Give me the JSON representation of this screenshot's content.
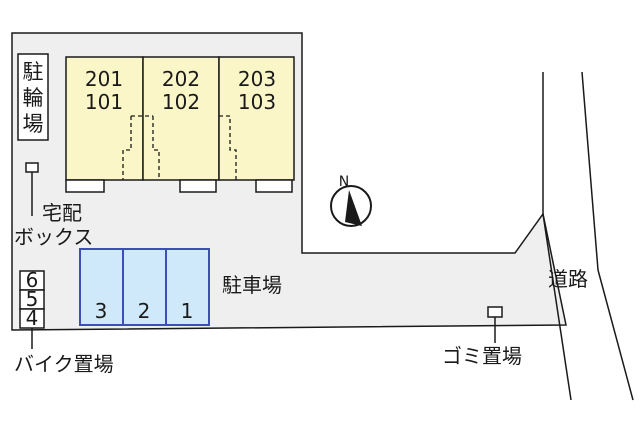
{
  "units": {
    "upper": [
      "201",
      "202",
      "203"
    ],
    "lower": [
      "101",
      "102",
      "103"
    ]
  },
  "bike_parking_top": [
    "駐",
    "輪",
    "場"
  ],
  "delivery_box": [
    "宅配",
    "ボックス"
  ],
  "motorbike_slots": [
    "6",
    "5",
    "4"
  ],
  "motorbike_label": "バイク置場",
  "parking_slots": [
    "3",
    "2",
    "1"
  ],
  "parking_label": "駐車場",
  "road_label": "道路",
  "garbage_label": "ゴミ置場",
  "compass_letter": "N",
  "colors": {
    "site": "#efefef",
    "building": "#fbf6c8",
    "parking_fill": "#cfe9fb",
    "parking_stroke": "#3d4fb5",
    "outline": "#1a1a1a"
  }
}
